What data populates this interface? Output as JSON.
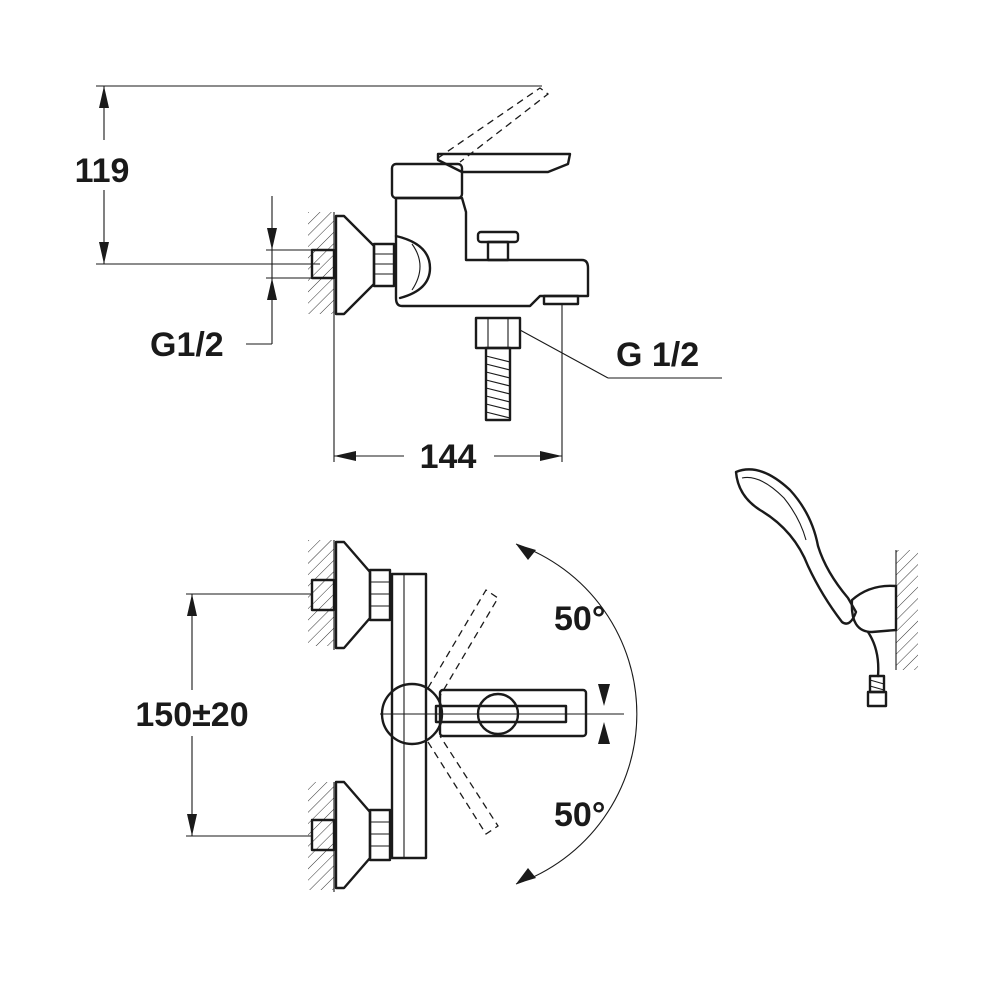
{
  "dimensions": {
    "height": "119",
    "inlet_left": "G1/2",
    "outlet_bottom": "G 1/2",
    "width": "144",
    "spacing": "150±20",
    "angle_upper": "50°",
    "angle_lower": "50°"
  },
  "colors": {
    "ink": "#1a1a1a",
    "background": "#ffffff"
  }
}
